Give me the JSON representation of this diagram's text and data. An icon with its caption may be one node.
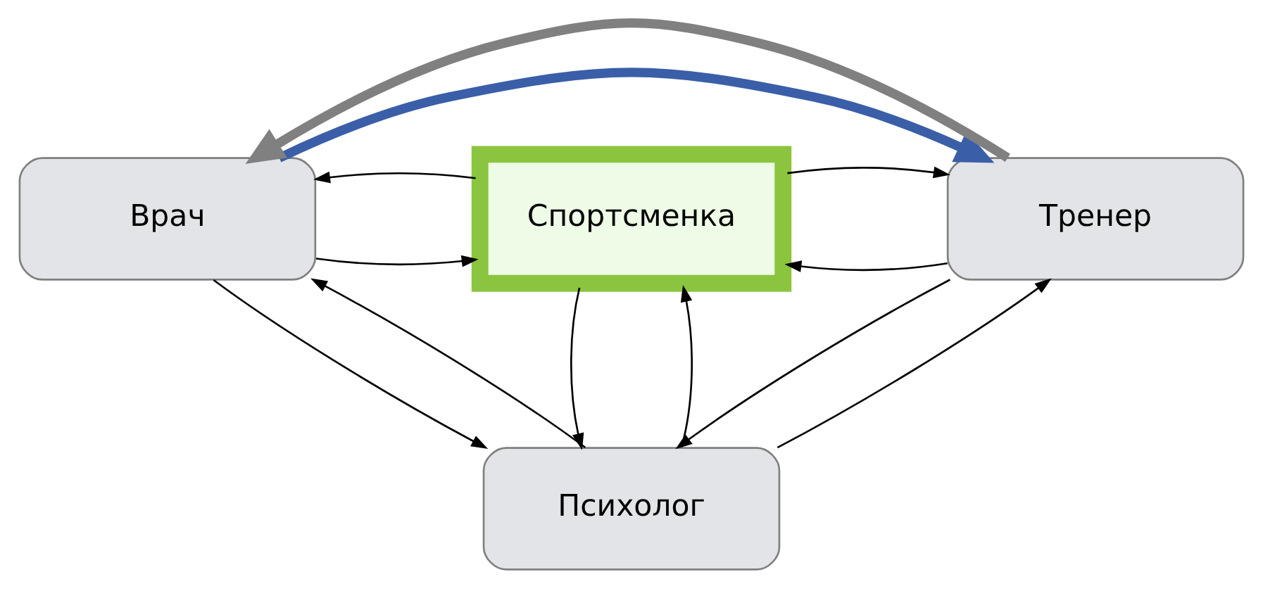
{
  "diagram": {
    "nodes": [
      {
        "text": [
          "Врач"
        ]
      },
      {
        "text": [
          "Спортсменка"
        ]
      },
      {
        "text": [
          "Тренер"
        ]
      },
      {
        "text": [
          "Психолог"
        ]
      }
    ],
    "edges": [
      {
        "from": 0,
        "to": 1,
        "arrow": "to"
      },
      {
        "from": 1,
        "to": 0,
        "arrow": "to"
      },
      {
        "from": 2,
        "to": 1,
        "arrow": "to"
      },
      {
        "from": 1,
        "to": 2,
        "arrow": "to"
      },
      {
        "from": 1,
        "to": 3,
        "arrow": "to"
      },
      {
        "from": 3,
        "to": 1,
        "arrow": "to"
      },
      {
        "from": 0,
        "to": 3,
        "arrow": "to"
      },
      {
        "from": 3,
        "to": 0,
        "arrow": "to"
      },
      {
        "from": 2,
        "to": 3,
        "arrow": "to"
      },
      {
        "from": 3,
        "to": 2,
        "arrow": "to"
      },
      {
        "from": 0,
        "to": 2,
        "arrow": "to",
        "style": "thick",
        "color": "#3a5fa8"
      },
      {
        "from": 2,
        "to": 0,
        "arrow": "to",
        "style": "thick",
        "color": "#808080"
      }
    ]
  }
}
